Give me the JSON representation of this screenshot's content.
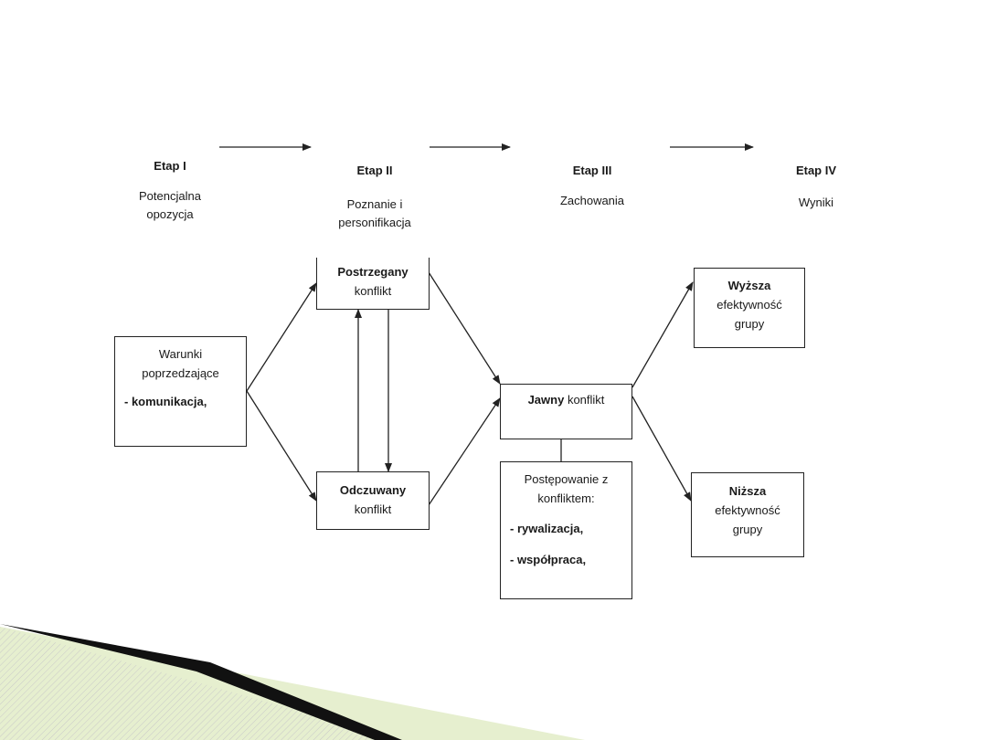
{
  "stages": [
    {
      "title": "Etap I",
      "desc": [
        "Potencjalna",
        "opozycja"
      ]
    },
    {
      "title": "Etap II",
      "desc": [
        "Poznanie i",
        "personifikacja"
      ]
    },
    {
      "title": "Etap III",
      "desc": [
        "Zachowania"
      ]
    },
    {
      "title": "Etap IV",
      "desc": [
        "Wyniki"
      ]
    }
  ],
  "boxes": {
    "conditions": {
      "line1": "Warunki",
      "line2": "poprzedzające",
      "item": "- komunikacja,"
    },
    "perceived": {
      "bold": "Postrzegany",
      "normal": "konflikt"
    },
    "felt": {
      "bold": "Odczuwany",
      "normal": "konflikt"
    },
    "overt": {
      "bold": "Jawny",
      "normal": "konflikt"
    },
    "handling": {
      "line1": "Postępowanie z",
      "line2": "konfliktem:",
      "item1": "- rywalizacja,",
      "item2": "- współpraca,"
    },
    "higher": {
      "bold": "Wyższa",
      "line2": "efektywność",
      "line3": "grupy"
    },
    "lower": {
      "bold": "Niższa",
      "line2": "efektywność",
      "line3": "grupy"
    }
  },
  "colors": {
    "line": "#222222",
    "decor_dark": "#111111",
    "decor_green": "#e6efcf",
    "decor_hatch": "#d8d8d8"
  }
}
